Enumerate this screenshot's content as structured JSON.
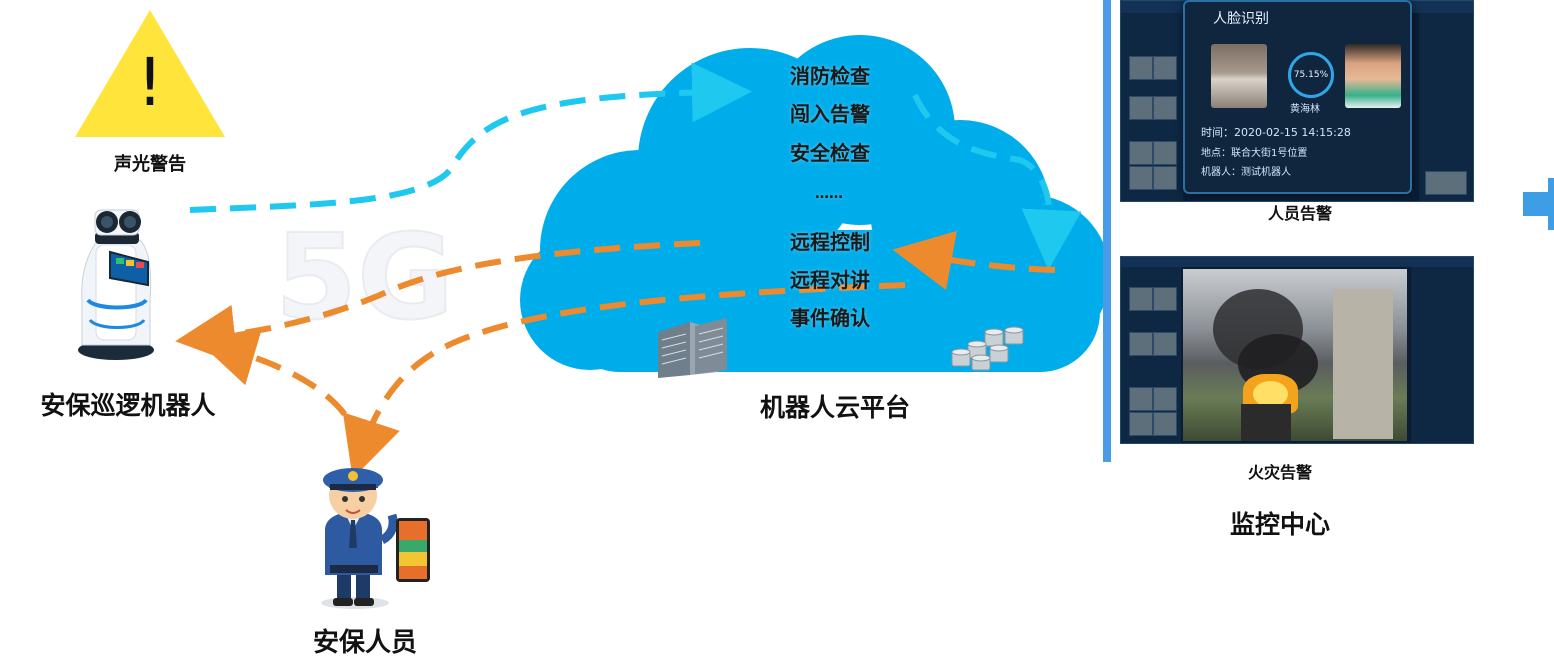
{
  "warning": {
    "symbol": "!",
    "label": "声光警告"
  },
  "robot": {
    "label": "安保巡逻机器人"
  },
  "guard": {
    "label": "安保人员"
  },
  "network": {
    "label": "5G"
  },
  "cloud": {
    "label": "机器人云平台",
    "upstream_items": [
      "消防检查",
      "闯入告警",
      "安全检查",
      "……"
    ],
    "downstream_items": [
      "远程控制",
      "远程对讲",
      "事件确认"
    ]
  },
  "monitor": {
    "label": "监控中心",
    "face_recognition": {
      "title": "人脸识别",
      "similarity": "75.15%",
      "name": "黄海林",
      "time_label": "时间：",
      "time": "2020-02-15  14:15:28",
      "location_label": "地点：",
      "location": "联合大街1号位置",
      "robot_label": "机器人：",
      "robot": "测试机器人"
    },
    "person_alarm_label": "人员告警",
    "fire_alarm_label": "火灾告警"
  },
  "colors": {
    "cloud": "#00adeb",
    "uplink_arrow": "#1fc8ee",
    "downlink_arrow": "#ee8a2e",
    "warning": "#ffe53b",
    "monitor_divider": "#4a9be8"
  }
}
